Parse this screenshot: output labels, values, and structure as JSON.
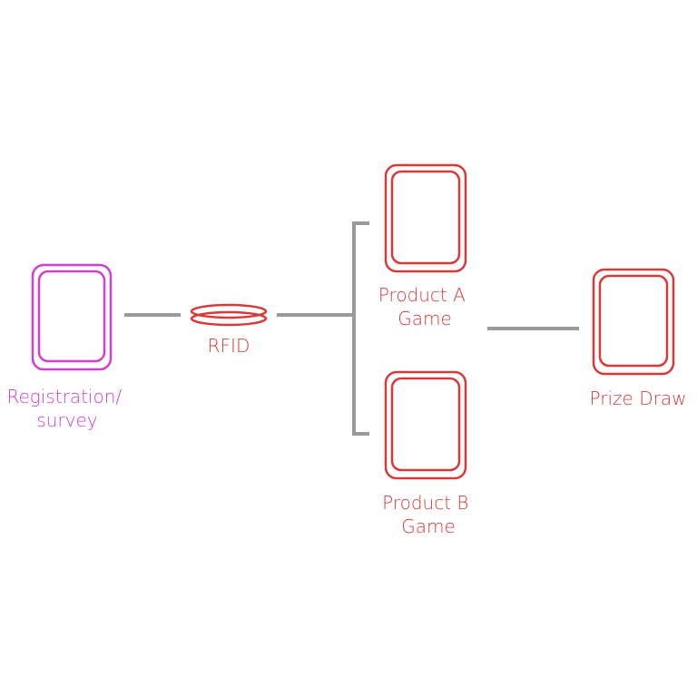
{
  "colors": {
    "magenta": "#d13fd1",
    "red": "#d83a3a",
    "connector": "#9a9a9a",
    "background": "#ffffff"
  },
  "nodes": {
    "registration": {
      "icon": "tablet-icon",
      "label_line1": "Registration/",
      "label_line2": "survey"
    },
    "rfid": {
      "icon": "rfid-ring-icon",
      "label": "RFID"
    },
    "product_a": {
      "icon": "tablet-icon",
      "label_line1": "Product A",
      "label_line2": "Game"
    },
    "product_b": {
      "icon": "tablet-icon",
      "label_line1": "Product B",
      "label_line2": "Game"
    },
    "prize_draw": {
      "icon": "tablet-icon",
      "label": "Prize Draw"
    }
  }
}
